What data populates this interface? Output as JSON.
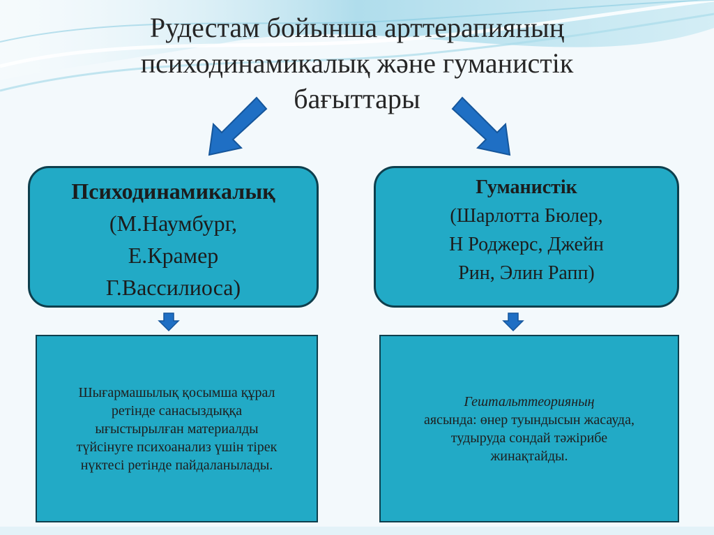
{
  "title": {
    "lines": [
      "Рудестам бойынша арттерапияның",
      "психодинамикалық және гуманистік",
      "бағыттары"
    ]
  },
  "left_top": {
    "heading": "Психодинамикалық",
    "lines": [
      "(М.Наумбург,",
      "Е.Крамер",
      "Г.Вассилиоса)"
    ]
  },
  "right_top": {
    "heading": "Гуманистік",
    "lines": [
      "(Шарлотта Бюлер,",
      "Н Роджерс, Джейн",
      "Рин, Элин Рапп)"
    ]
  },
  "left_bottom": {
    "lines": [
      "Шығармашылық қосымша құрал",
      "ретінде санасыздыққа",
      "ығыстырылған материалды",
      "түйсінуге психоанализ үшін тірек",
      "нүктесі ретінде пайдаланылады."
    ]
  },
  "right_bottom": {
    "italic_line": "Гештальттеорияның",
    "lines": [
      "аясында: өнер туындысын жасауда,",
      "тудыруда сондай  тәжірибе",
      "жинақтайды."
    ]
  },
  "colors": {
    "box_fill": "#22aac6",
    "box_border": "#0e3f4d",
    "arrow_fill": "#1f6fc4",
    "arrow_edge": "#15569b",
    "wave": "#b9e2ee"
  }
}
